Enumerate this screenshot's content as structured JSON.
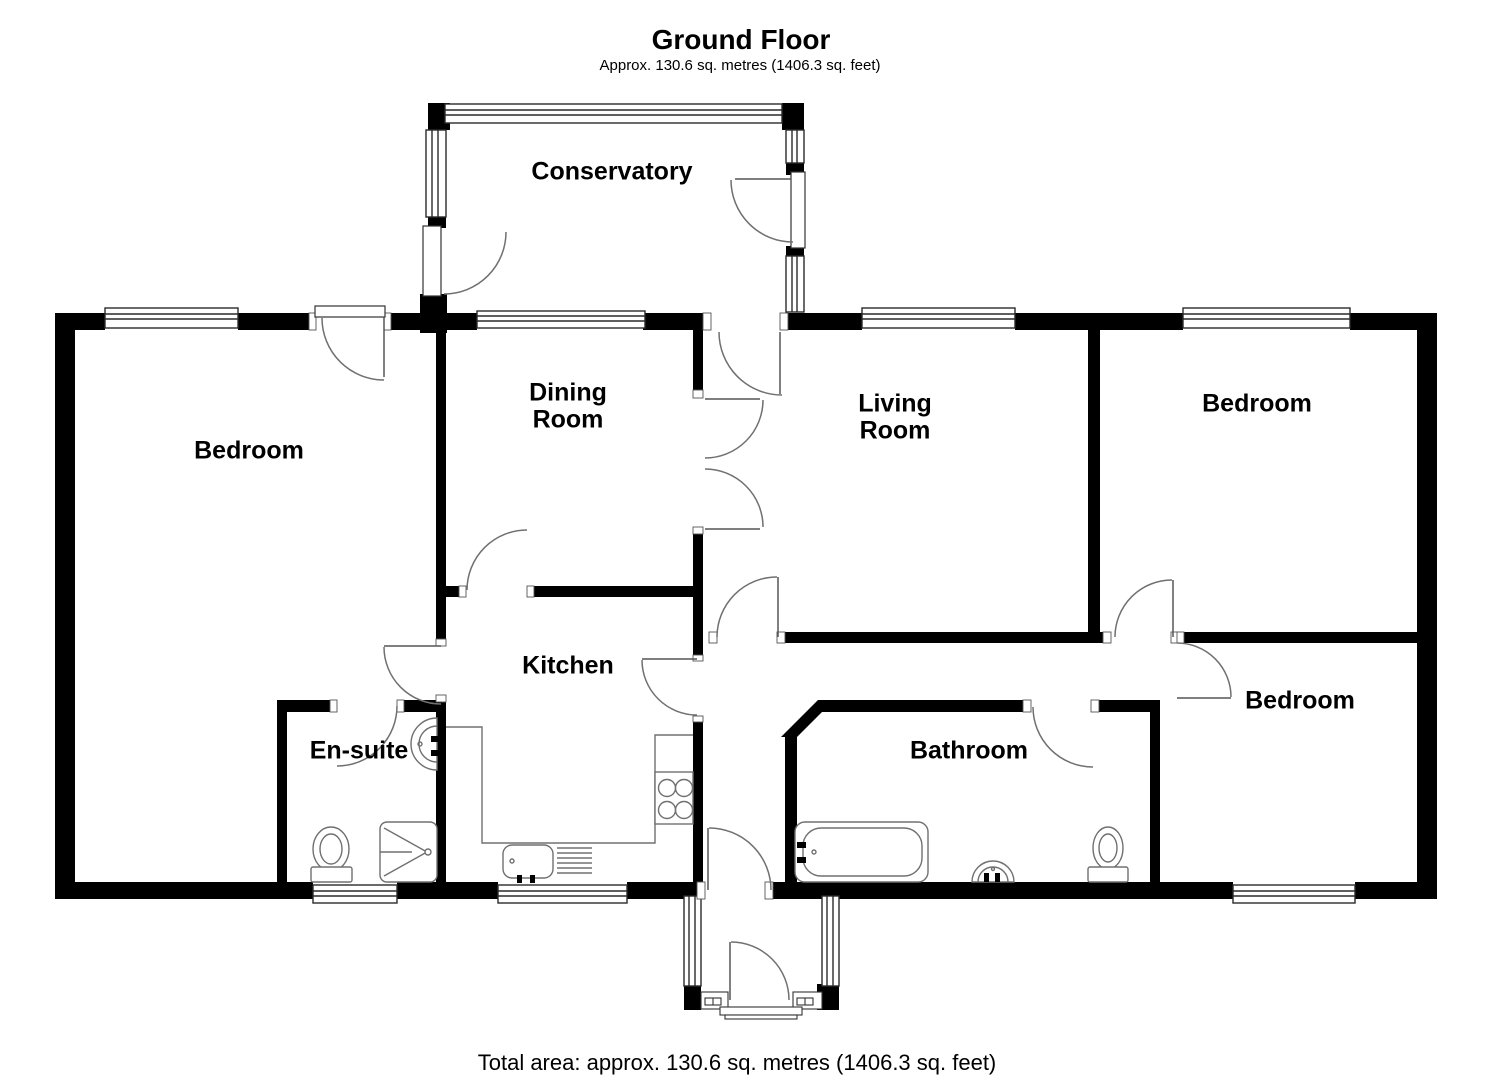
{
  "title": {
    "heading": "Ground Floor",
    "subtitle": "Approx. 130.6 sq. metres (1406.3 sq. feet)"
  },
  "footer": {
    "total_area": "Total area: approx. 130.6 sq. metres (1406.3 sq. feet)"
  },
  "rooms": {
    "conservatory": {
      "label": "Conservatory"
    },
    "bedroom_left": {
      "label": "Bedroom"
    },
    "dining_room": {
      "label": "Dining\nRoom"
    },
    "living_room": {
      "label": "Living\nRoom"
    },
    "bedroom_top_right": {
      "label": "Bedroom"
    },
    "kitchen": {
      "label": "Kitchen"
    },
    "en_suite": {
      "label": "En-suite"
    },
    "bathroom": {
      "label": "Bathroom"
    },
    "bedroom_bottom_right": {
      "label": "Bedroom"
    }
  },
  "colors": {
    "wall": "#000000",
    "door_arc": "#707070",
    "fixture_line": "#707070",
    "window_frame": "#2a2a2a",
    "background": "#ffffff"
  }
}
